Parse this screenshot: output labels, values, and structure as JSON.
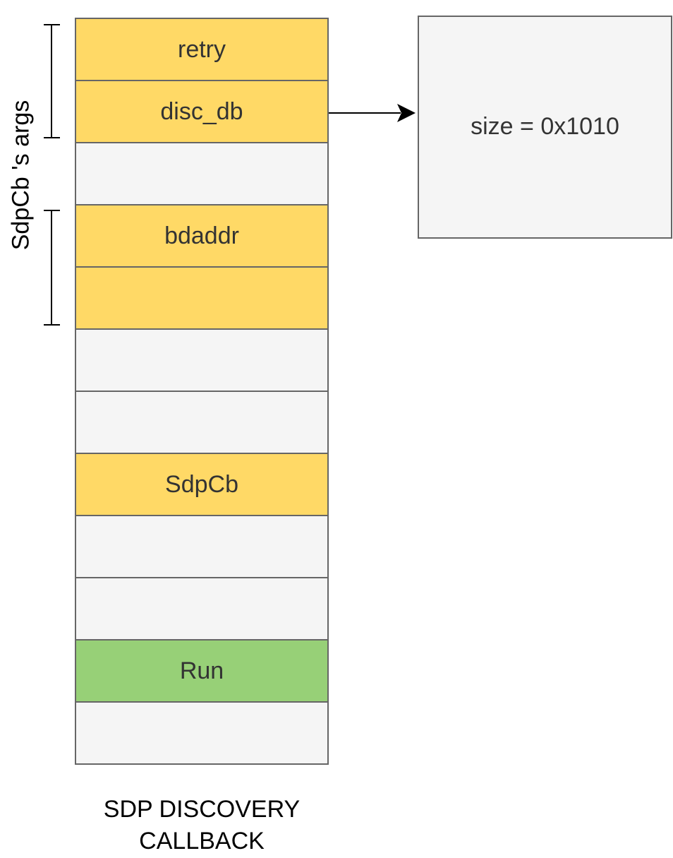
{
  "diagram": {
    "side_label": "SdpCb 's args",
    "stack_cells": [
      {
        "label": "retry",
        "kind": "arg"
      },
      {
        "label": "disc_db",
        "kind": "arg"
      },
      {
        "label": "",
        "kind": "empty"
      },
      {
        "label": "bdaddr",
        "kind": "arg"
      },
      {
        "label": "",
        "kind": "arg"
      },
      {
        "label": "",
        "kind": "empty"
      },
      {
        "label": "",
        "kind": "empty"
      },
      {
        "label": "SdpCb",
        "kind": "arg"
      },
      {
        "label": "",
        "kind": "empty"
      },
      {
        "label": "",
        "kind": "empty"
      },
      {
        "label": "Run",
        "kind": "run"
      },
      {
        "label": "",
        "kind": "empty"
      }
    ],
    "stack_caption": [
      "SDP DISCOVERY",
      "CALLBACK"
    ],
    "heap_box_label": "size = 0x1010",
    "colors": {
      "arg_fill": "#ffd966",
      "run_fill": "#97d077",
      "empty_fill": "#f5f5f5",
      "border": "#666666"
    }
  }
}
